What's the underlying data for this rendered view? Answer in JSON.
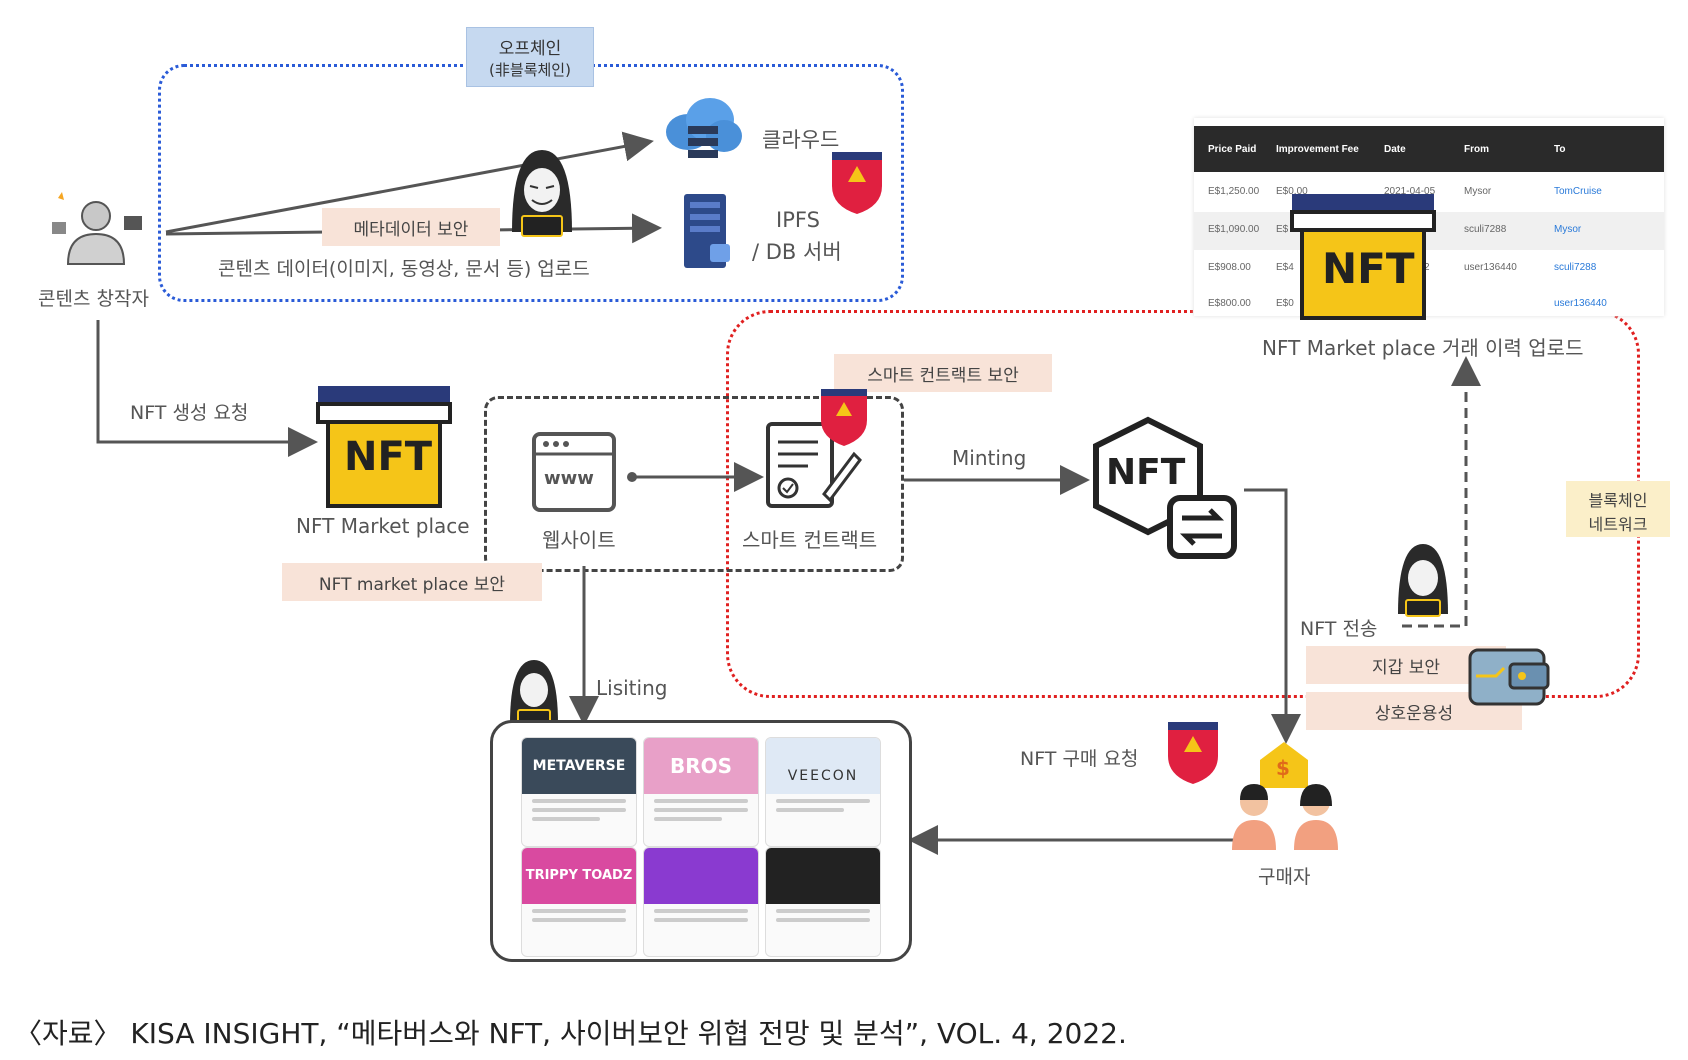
{
  "offchain": {
    "label_line1": "오프체인",
    "label_line2": "(非블록체인)"
  },
  "cloud": {
    "label": "클라우드"
  },
  "ipfs": {
    "line1": "IPFS",
    "line2": "/ DB 서버"
  },
  "metadata_security": "메타데이터 보안",
  "content_upload": "콘텐츠 데이터(이미지, 동영상, 문서 등) 업로드",
  "creator": "콘텐츠 창작자",
  "nft_request": "NFT 생성 요청",
  "marketplace": {
    "label": "NFT Market place",
    "security": "NFT market place 보안",
    "badge": "NFT"
  },
  "website": {
    "label": "웹사이트",
    "icon_text": "www"
  },
  "smart_contract": {
    "label": "스마트 컨트랙트",
    "security": "스마트 컨트랙트 보안"
  },
  "minting": "Minting",
  "nft_token": {
    "badge": "NFT"
  },
  "history": {
    "columns": [
      "Price Paid",
      "Improvement Fee",
      "Date",
      "From",
      "To"
    ],
    "rows": [
      [
        "E$1,250.00",
        "E$0.00",
        "2021-04-05",
        "Mysor",
        "TomCruise"
      ],
      [
        "E$1,090.00",
        "E$",
        "",
        "sculi7288",
        "Mysor"
      ],
      [
        "E$908.00",
        "E$4",
        "2",
        "user136440",
        "sculi7288"
      ],
      [
        "E$800.00",
        "E$0",
        "",
        "",
        "user136440"
      ]
    ],
    "upload_label": "NFT Market place 거래 이력 업로드"
  },
  "blockchain_network": {
    "line1": "블록체인",
    "line2": "네트워크"
  },
  "nft_transfer": "NFT 전송",
  "wallet_security": "지갑 보안",
  "interoperability": "상호운용성",
  "listing": "Lisiting",
  "nft_purchase": "NFT 구매 요청",
  "buyer": "구매자",
  "dollar": "$",
  "gallery": {
    "cards": [
      {
        "banner_text": "METAVERSE",
        "color": "#3a4a5a"
      },
      {
        "banner_text": "BROS",
        "color": "#e8a0c8"
      },
      {
        "banner_text": "VEECON",
        "color": "#dfe9f5"
      },
      {
        "banner_text": "TRIPPY TOADZ",
        "color": "#d94aa0"
      },
      {
        "banner_text": "",
        "color": "#8a3ad0"
      },
      {
        "banner_text": "",
        "color": "#222222"
      }
    ]
  },
  "source": "〈자료〉 KISA INSIGHT, “메타버스와 NFT, 사이버보안 위협 전망 및 분석”, VOL. 4, 2022.",
  "colors": {
    "offchain_border": "#2a5bd7",
    "blockchain_border": "#e02020",
    "tag_bg": "#f8e3d8",
    "nft_yellow": "#f5c518",
    "shield_red": "#e02040",
    "arrow": "#555555"
  }
}
